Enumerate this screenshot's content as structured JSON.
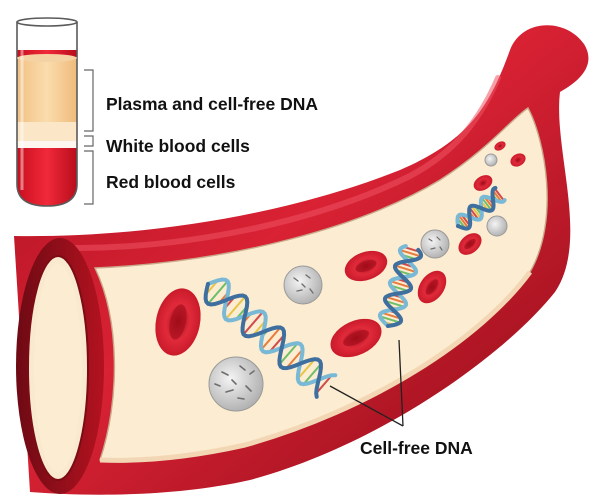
{
  "labels": {
    "plasma": "Plasma and cell-free DNA",
    "white_cells": "White blood cells",
    "red_cells": "Red blood cells",
    "cell_free_dna": "Cell-free DNA"
  },
  "colors": {
    "vessel_wall": "#c0162a",
    "vessel_wall_dark": "#7e0d18",
    "plasma": "#fcecd2",
    "plasma_tube": "#f7cf9a",
    "buffy_coat": "#fbf3e6",
    "red_cell": "#d7192b",
    "dna_strand_dark": "#3f6f9e",
    "dna_strand_light": "#7ab9d6",
    "white_cell": "#d8d8d8"
  },
  "icons": [
    "test-tube-icon",
    "blood-vessel-icon",
    "red-blood-cell-icon",
    "white-blood-cell-icon",
    "dna-helix-icon"
  ]
}
